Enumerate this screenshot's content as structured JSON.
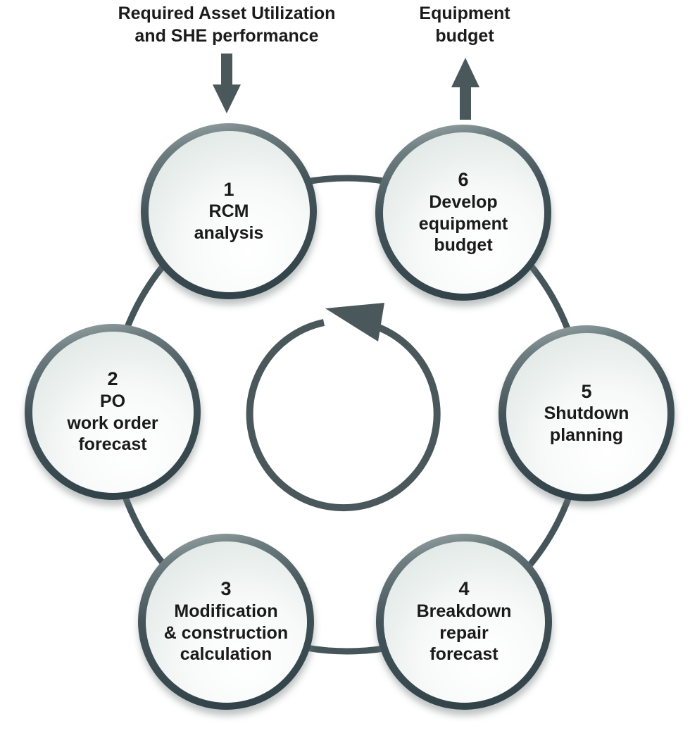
{
  "diagram": {
    "kind": "six-step maintenance budgeting cycle",
    "cycle_direction": "counterclockwise",
    "input_flow": {
      "line1": "Required Asset Utilization",
      "line2": "and SHE performance",
      "arrow": "down-into-step-1"
    },
    "output_flow": {
      "line1": "Equipment",
      "line2": "budget",
      "arrow": "up-out-of-step-6"
    },
    "steps": [
      {
        "number": "1",
        "lines": [
          "RCM",
          "analysis"
        ]
      },
      {
        "number": "2",
        "lines": [
          "PO",
          "work order",
          "forecast"
        ]
      },
      {
        "number": "3",
        "lines": [
          "Modification",
          "& construction",
          "calculation"
        ]
      },
      {
        "number": "4",
        "lines": [
          "Breakdown",
          "repair",
          "forecast"
        ]
      },
      {
        "number": "5",
        "lines": [
          "Shutdown",
          "planning"
        ]
      },
      {
        "number": "6",
        "lines": [
          "Develop",
          "equipment",
          "budget"
        ]
      }
    ],
    "colors": {
      "background": "#ffffff",
      "connector_ring": "#46555a",
      "arrow": "#4a585c",
      "node_border_dark": "#2e4046",
      "node_border_highlight": "#a6b1b1",
      "node_fill_center": "#ffffff",
      "node_fill_edge": "#d7dfdd",
      "text": "#1a1a1a"
    }
  }
}
